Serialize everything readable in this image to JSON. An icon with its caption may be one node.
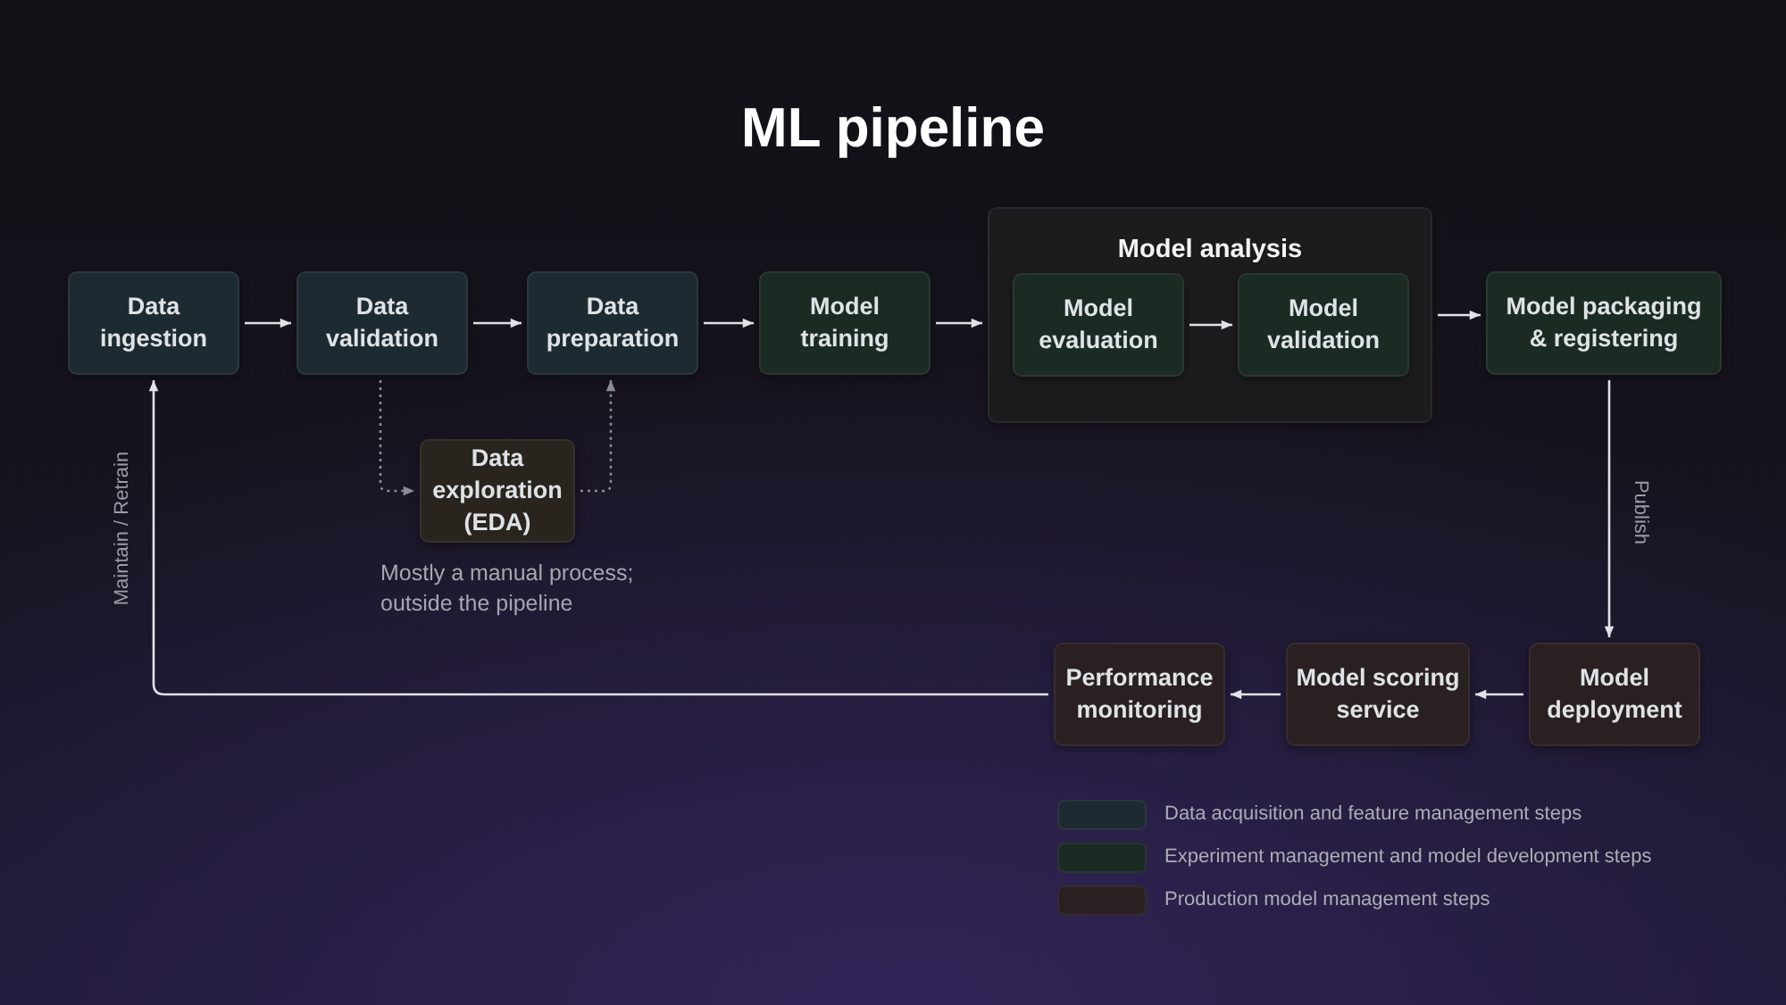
{
  "diagram": {
    "title": "ML pipeline",
    "nodes": [
      {
        "text": [
          "Data ingestion"
        ]
      },
      {
        "text": [
          "Data validation"
        ]
      },
      {
        "text": [
          "Data preparation"
        ]
      },
      {
        "text": [
          "Model training"
        ]
      },
      {
        "text": [
          "Model analysis"
        ]
      },
      {
        "text": [
          "Model evaluation"
        ],
        "in": 4
      },
      {
        "text": [
          "Model validation"
        ],
        "in": 4
      },
      {
        "text": [
          "Model packaging & registering"
        ]
      },
      {
        "text": [
          "Data exploration (EDA)"
        ],
        "beside": [
          "Mostly a manual process; outside the pipeline"
        ]
      },
      {
        "text": [
          "Model deployment"
        ]
      },
      {
        "text": [
          "Model scoring service"
        ]
      },
      {
        "text": [
          "Performance monitoring"
        ]
      }
    ],
    "edges": [
      {
        "from": 0,
        "to": 1,
        "arrow": "to"
      },
      {
        "from": 1,
        "to": 2,
        "arrow": "to"
      },
      {
        "from": 2,
        "to": 3,
        "arrow": "to"
      },
      {
        "from": 3,
        "to": 4,
        "arrow": "to"
      },
      {
        "from": 5,
        "to": 6,
        "arrow": "to"
      },
      {
        "from": 4,
        "to": 7,
        "arrow": "to"
      },
      {
        "from": 1,
        "to": 8,
        "arrow": "to",
        "style": "dashed",
        "color": "#8c8c96"
      },
      {
        "from": 8,
        "to": 2,
        "arrow": "to",
        "style": "dashed",
        "color": "#8c8c96"
      },
      {
        "from": 7,
        "to": 9,
        "arrow": "to",
        "label": "Publish"
      },
      {
        "from": 9,
        "to": 10,
        "arrow": "to"
      },
      {
        "from": 10,
        "to": 11,
        "arrow": "to"
      },
      {
        "from": 11,
        "to": 0,
        "arrow": "to",
        "label": "Maintain / Retrain"
      }
    ],
    "legend": [
      {
        "text": "Data acquisition and feature management steps",
        "color": "#1e2a31"
      },
      {
        "text": "Experiment management and model development steps",
        "color": "#1c2a24"
      },
      {
        "text": "Production model management steps",
        "color": "#2a1f21"
      }
    ]
  }
}
